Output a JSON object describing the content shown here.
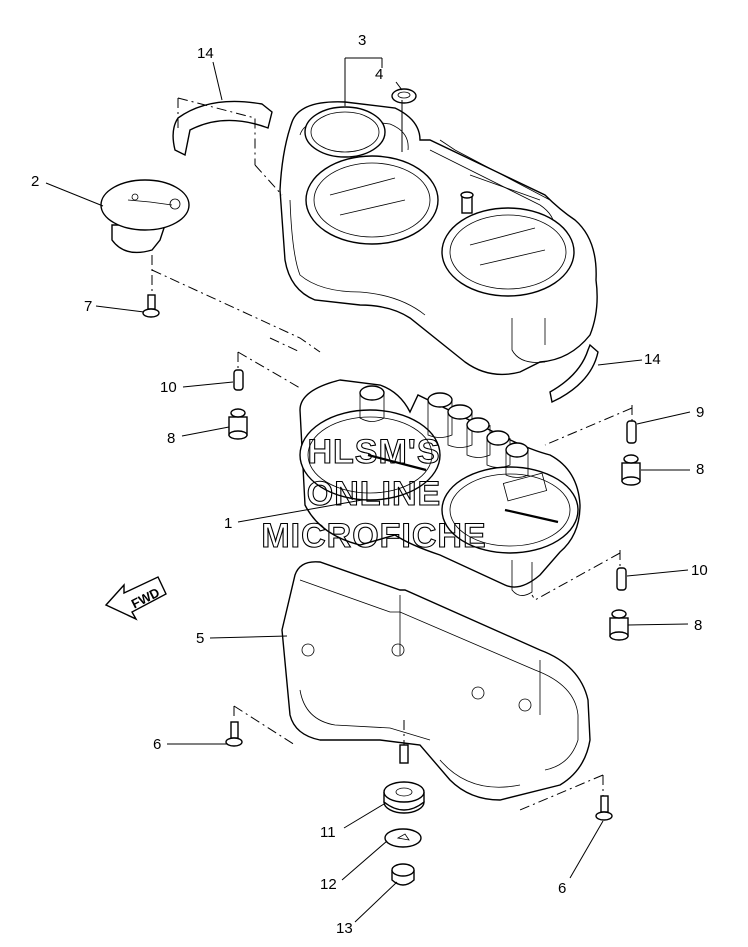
{
  "callouts": {
    "c1": "1",
    "c2": "2",
    "c3": "3",
    "c4": "4",
    "c5": "5",
    "c6a": "6",
    "c6b": "6",
    "c7": "7",
    "c8a": "8",
    "c8b": "8",
    "c8c": "8",
    "c9": "9",
    "c10a": "10",
    "c10b": "10",
    "c11": "11",
    "c12": "12",
    "c13": "13",
    "c14a": "14",
    "c14b": "14"
  },
  "watermark": {
    "line1": "HLSM'S",
    "line2": "ONLINE",
    "line3": "MICROFICHE"
  },
  "fwd_label": "FWD"
}
